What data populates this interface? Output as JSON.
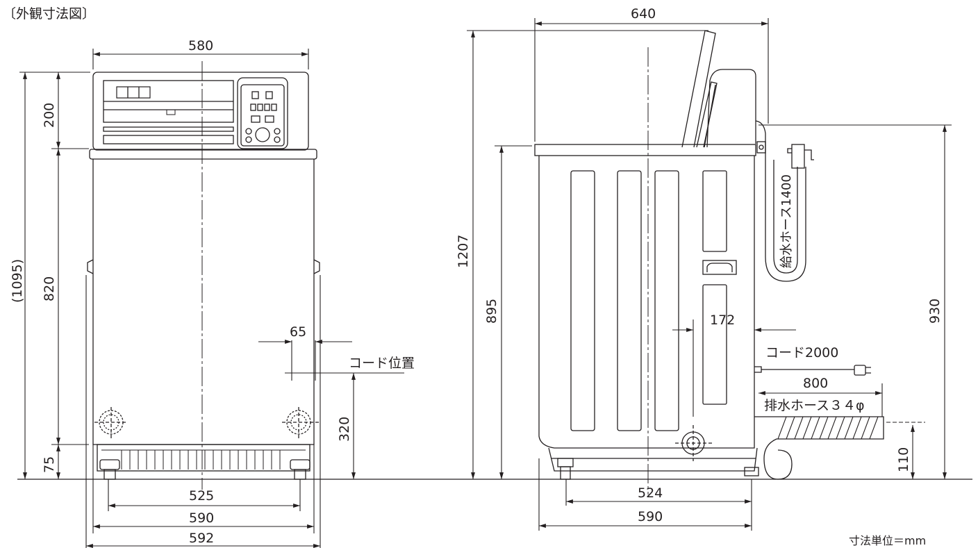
{
  "title": "〔外観寸法図〕",
  "unit_note": "寸法単位＝mm",
  "front_view": {
    "width_top": "580",
    "height_total": "(1095)",
    "panel_height": "200",
    "body_height": "820",
    "foot_height": "75",
    "cord_offset": "65",
    "cord_position_label": "コード位置",
    "cord_height": "320",
    "foot_span": "525",
    "base_width": "590",
    "max_width": "592"
  },
  "side_view": {
    "depth_top": "640",
    "height_lid_open": "1207",
    "height_body": "895",
    "cord_offset": "172",
    "cord_label": "コード2000",
    "drain_length": "800",
    "drain_label": "排水ホース３４φ",
    "drain_height": "110",
    "supply_label": "給水ホース1400",
    "supply_height": "930",
    "foot_span": "524",
    "base_width": "590"
  },
  "colors": {
    "line": "#231f20",
    "background": "#ffffff"
  }
}
